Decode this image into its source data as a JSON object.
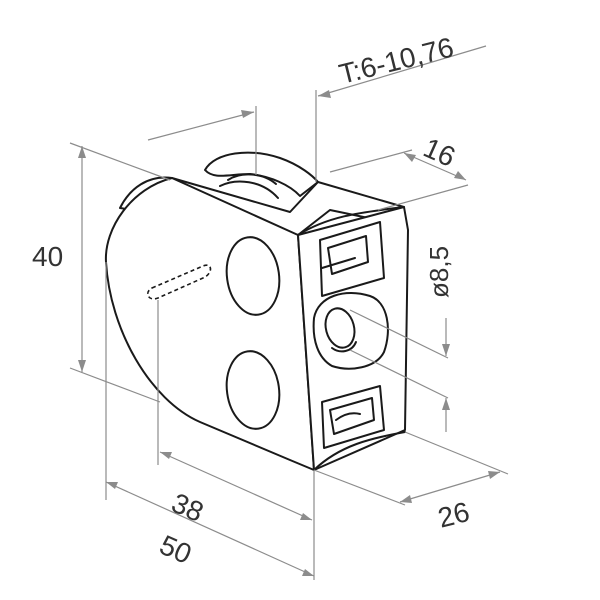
{
  "dimensions": {
    "height": "40",
    "hole_spacing": "38",
    "width": "50",
    "depth": "26",
    "slot": "16",
    "bore": "ø8,5",
    "thickness_range": "T:6-10,76"
  }
}
